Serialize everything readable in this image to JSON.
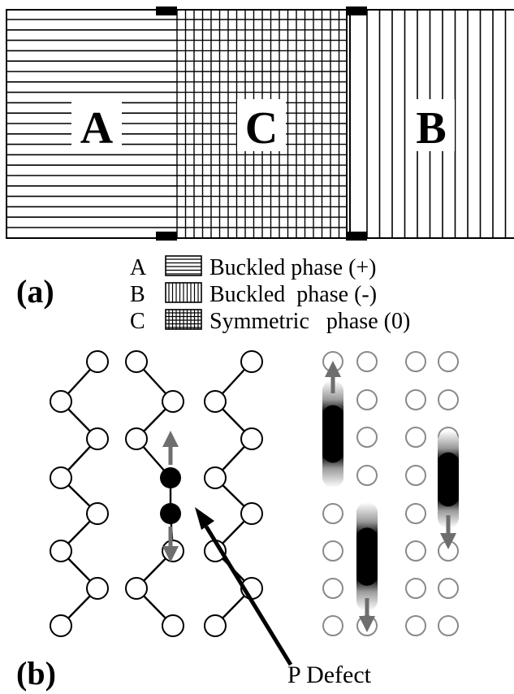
{
  "panel_a": {
    "tag": "(a)",
    "region_labels": {
      "A": "A",
      "C": "C",
      "B": "B"
    },
    "legend": [
      {
        "letter": "A",
        "pattern": "horizontal",
        "text": "Buckled phase (+)"
      },
      {
        "letter": "B",
        "pattern": "vertical",
        "text": "Buckled  phase (-)"
      },
      {
        "letter": "C",
        "pattern": "grid",
        "text": "Symmetric   phase (0)"
      }
    ]
  },
  "panel_b": {
    "tag": "(b)",
    "annotation": "P Defect"
  },
  "colors": {
    "ink": "#000000",
    "defect_fill": "#000000",
    "arrow_gray": "#6e6e6e",
    "ring_gray": "#8a8a8a",
    "paper": "#ffffff"
  }
}
